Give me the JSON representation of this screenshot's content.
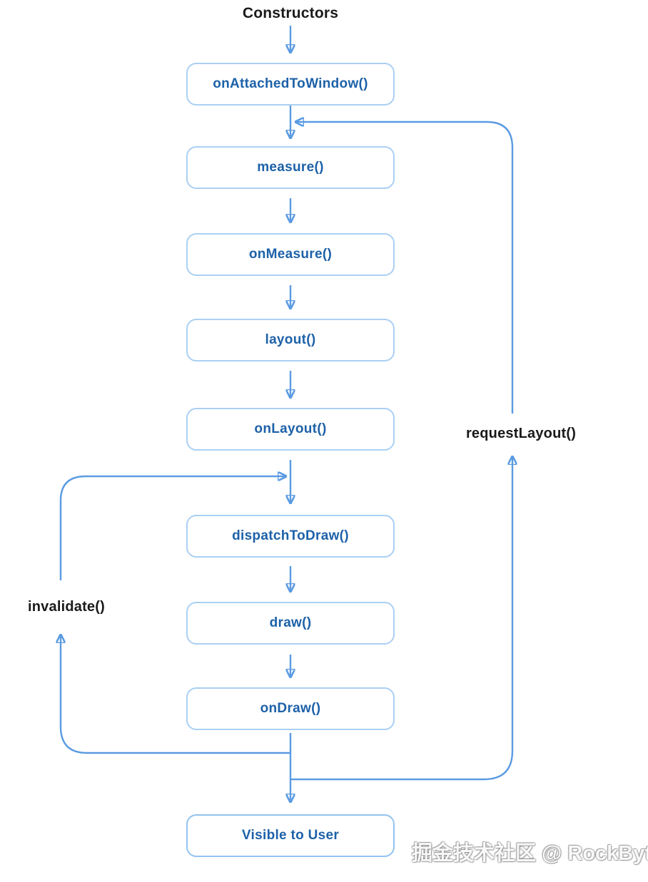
{
  "diagram": {
    "title": "Constructors",
    "nodes": [
      {
        "id": "onAttachedToWindow",
        "label": "onAttachedToWindow()"
      },
      {
        "id": "measure",
        "label": "measure()"
      },
      {
        "id": "onMeasure",
        "label": "onMeasure()"
      },
      {
        "id": "layout",
        "label": "layout()"
      },
      {
        "id": "onLayout",
        "label": "onLayout()"
      },
      {
        "id": "dispatchToDraw",
        "label": "dispatchToDraw()"
      },
      {
        "id": "draw",
        "label": "draw()"
      },
      {
        "id": "onDraw",
        "label": "onDraw()"
      },
      {
        "id": "visibleToUser",
        "label": "Visible to User"
      }
    ],
    "loop_labels": {
      "invalidate": "invalidate()",
      "request_layout": "requestLayout()"
    },
    "colors": {
      "arrow": "#5b9be2",
      "box_border": "#abd0f4",
      "box_text": "#1d61a8",
      "label_text": "#1a1a1a",
      "background": "#ffffff"
    }
  },
  "watermark": {
    "text": "掘金技术社区 @ RockByte"
  }
}
